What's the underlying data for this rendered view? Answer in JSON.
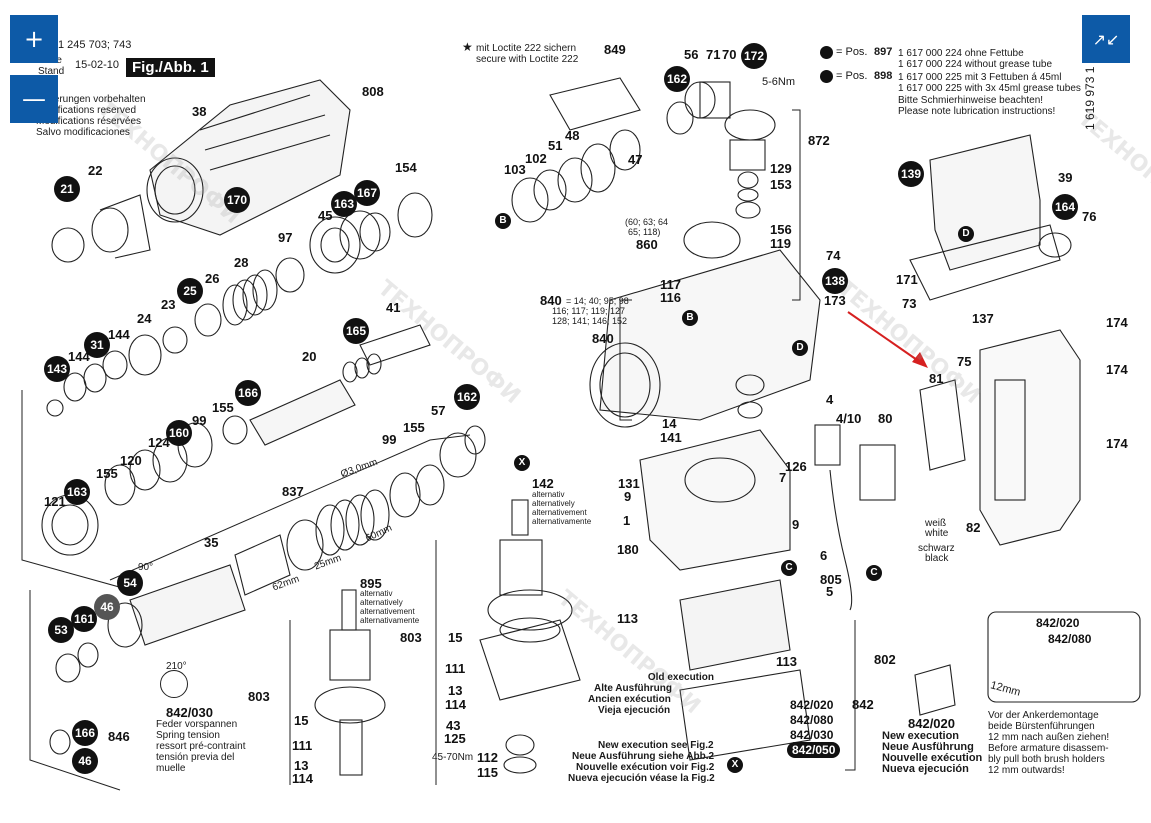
{
  "viewer": {
    "zoom_in_label": "+",
    "zoom_out_label": "—",
    "fit_label": "↗↙"
  },
  "header": {
    "part_number_line": "1 245 703; 743",
    "issue_label": "Issue",
    "stand_label": "Stand",
    "date": "15-02-10",
    "figure_label": "Fig./Abb. 1",
    "disclaimer": [
      "Änderungen vorbehalten",
      "Modifications reserved",
      "Modifications réservées",
      "Salvo modificaciones"
    ],
    "doc_code": "1 619 973 1"
  },
  "loctite_note": {
    "symbol": "★",
    "lines": [
      "mit Loctite 222 sichern",
      "secure with Loctite 222"
    ]
  },
  "lubrication_note": {
    "rows": [
      {
        "pos": "897",
        "text": "1 617 000 224 ohne Fettube"
      },
      {
        "pos": "",
        "text": "1 617 000 224 without grease tube"
      },
      {
        "pos": "898",
        "text": "1 617 000 225 mit 3 Fettuben á 45ml"
      },
      {
        "pos": "",
        "text": "1 617 000 225 with 3x 45ml grease tubes"
      },
      {
        "pos": "",
        "text": "Bitte Schmierhinweise beachten!"
      },
      {
        "pos": "",
        "text": "Please note lubrication instructions!"
      }
    ],
    "pos_prefix": "= Pos."
  },
  "assembly_840": {
    "label": "840",
    "contents": [
      "= 14; 40; 95; 98",
      "116; 117; 119; 127",
      "128; 141; 146; 152"
    ]
  },
  "gear_860": {
    "contents": [
      "(60; 63; 64",
      "65; 118)"
    ],
    "label": "860"
  },
  "torque_labels": {
    "top": "5-6Nm",
    "bottom": "45-70Nm"
  },
  "alternatives_142": {
    "label": "142",
    "lines": [
      "alternativ",
      "alternatively",
      "alternativement",
      "alternativamente"
    ]
  },
  "alternatives_895": {
    "label": "895",
    "lines": [
      "alternativ",
      "alternatively",
      "alternativement",
      "alternativamente"
    ]
  },
  "spring_note": {
    "angle": "210°",
    "label": "842/030",
    "lines": [
      "Feder vorspannen",
      "Spring tension",
      "ressort pré-contraint",
      "tensión previa del",
      "muelle"
    ]
  },
  "old_execution": [
    "Old execution",
    "Alte Ausführung",
    "Ancien exécution",
    "Vieja ejecución"
  ],
  "new_execution_ref": [
    "New execution see Fig.2",
    "Neue Ausführung siehe Abb.2",
    "Nouvelle exécution voir Fig.2",
    "Nueva ejecución véase la Fig.2"
  ],
  "new_execution": {
    "label": "842/020",
    "lines": [
      "New execution",
      "Neue Ausführung",
      "Nouvelle exécution",
      "Nueva ejecución"
    ]
  },
  "sub_842": {
    "label": "842",
    "items": [
      "842/020",
      "842/080",
      "842/030",
      "842/050"
    ]
  },
  "brush_note": {
    "labels": [
      "842/020",
      "842/080"
    ],
    "dimension": "12mm",
    "lines": [
      "Vor der Ankerdemontage",
      "beide Bürstenführungen",
      "12 mm nach außen ziehen!",
      "Before armature disassem-",
      "bly pull both brush holders",
      "12 mm outwards!"
    ]
  },
  "wire_labels": {
    "white": [
      "weiß",
      "white"
    ],
    "black": [
      "schwarz",
      "black"
    ]
  },
  "dimensions": {
    "wire": "Ø3,0mm",
    "d60": "60mm",
    "d25": "25mm",
    "d62": "62mm",
    "angle90": "90°"
  },
  "badges": [
    "21",
    "170",
    "163",
    "167",
    "25",
    "31",
    "143",
    "165",
    "166",
    "160",
    "163b",
    "162",
    "54",
    "46",
    "53",
    "161",
    "166b",
    "46b",
    "162b",
    "172",
    "139",
    "164",
    "138"
  ],
  "badge_values": {
    "b21": "21",
    "b170": "170",
    "b163": "163",
    "b167": "167",
    "b25": "25",
    "b31": "31",
    "b143": "143",
    "b165": "165",
    "b166": "166",
    "b160": "160",
    "b163b": "163",
    "b162": "162",
    "b54": "54",
    "b46": "46",
    "b53": "53",
    "b161": "161",
    "b166b": "166",
    "b46b": "46",
    "b162b": "162",
    "b172": "172",
    "b139": "139",
    "b164": "164",
    "b138": "138"
  },
  "markers": {
    "B": "B",
    "D": "D",
    "C": "C",
    "X": "X"
  },
  "part_labels": {
    "p38": "38",
    "p808": "808",
    "p22": "22",
    "p154": "154",
    "p45": "45",
    "p97": "97",
    "p28": "28",
    "p26": "26",
    "p23": "23",
    "p24": "24",
    "p144a": "144",
    "p144b": "144",
    "p41": "41",
    "p20": "20",
    "p155a": "155",
    "p99a": "99",
    "p124": "124",
    "p120": "120",
    "p155b": "155",
    "p121": "121",
    "p837": "837",
    "p35": "35",
    "p57": "57",
    "p155c": "155",
    "p99b": "99",
    "p849": "849",
    "p56": "56",
    "p71": "71",
    "p70": "70",
    "p103": "103",
    "p102": "102",
    "p51": "51",
    "p48": "48",
    "p47": "47",
    "p872": "872",
    "p129": "129",
    "p153": "153",
    "p156": "156",
    "p119": "119",
    "p74": "74",
    "p173": "173",
    "p117": "117",
    "p116": "116",
    "p840b": "840",
    "p14": "14",
    "p141": "141",
    "p131": "131",
    "p9a": "9",
    "p1": "1",
    "p180": "180",
    "p9b": "9",
    "p126": "126",
    "p7": "7",
    "p4": "4",
    "p410": "4/10",
    "p80": "80",
    "p81": "81",
    "p75": "75",
    "p174a": "174",
    "p174b": "174",
    "p174c": "174",
    "p82": "82",
    "p6": "6",
    "p805": "805",
    "p5": "5",
    "p39": "39",
    "p76": "76",
    "p171": "171",
    "p73": "73",
    "p137": "137",
    "p803a": "803",
    "p803b": "803",
    "p15a": "15",
    "p111a": "111",
    "p13a": "13",
    "p114a": "114",
    "p15b": "15",
    "p111b": "111",
    "p13b": "13",
    "p114b": "114",
    "p43": "43",
    "p125": "125",
    "p112": "112",
    "p115": "115",
    "p113a": "113",
    "p113b": "113",
    "p802": "802",
    "p846": "846"
  }
}
